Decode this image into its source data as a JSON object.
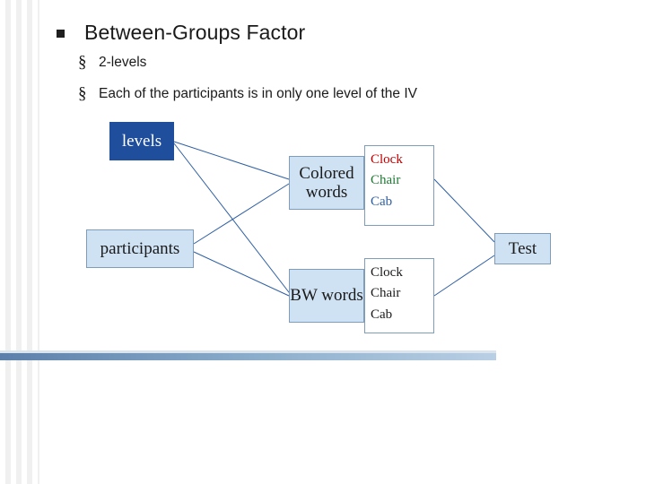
{
  "slide": {
    "title": "Between-Groups Factor",
    "title_bullet": "square-bullet",
    "bullets": [
      {
        "sign": "§",
        "text": "2-levels"
      },
      {
        "sign": "§",
        "text": "Each of the participants is in only one level of the IV"
      }
    ]
  },
  "diagram": {
    "nodes": {
      "levels": "levels",
      "participants": "participants",
      "colored_words": "Colored words",
      "bw_words": "BW words",
      "test": "Test"
    },
    "word_lists": {
      "top": [
        {
          "text": "Clock",
          "color": "#c00000"
        },
        {
          "text": "Chair",
          "color": "#1f7a34"
        },
        {
          "text": "Cab",
          "color": "#2e5fa3"
        }
      ],
      "bottom": [
        {
          "text": "Clock",
          "color": "#1a1a1a"
        },
        {
          "text": "Chair",
          "color": "#1a1a1a"
        },
        {
          "text": "Cab",
          "color": "#1a1a1a"
        }
      ]
    },
    "colors": {
      "node_fill_dark": "#1f4e9c",
      "node_fill_light": "#cfe2f3",
      "node_border": "#7f9db9",
      "connector": "#2e5fa3",
      "rule": "#5b7faa"
    }
  }
}
